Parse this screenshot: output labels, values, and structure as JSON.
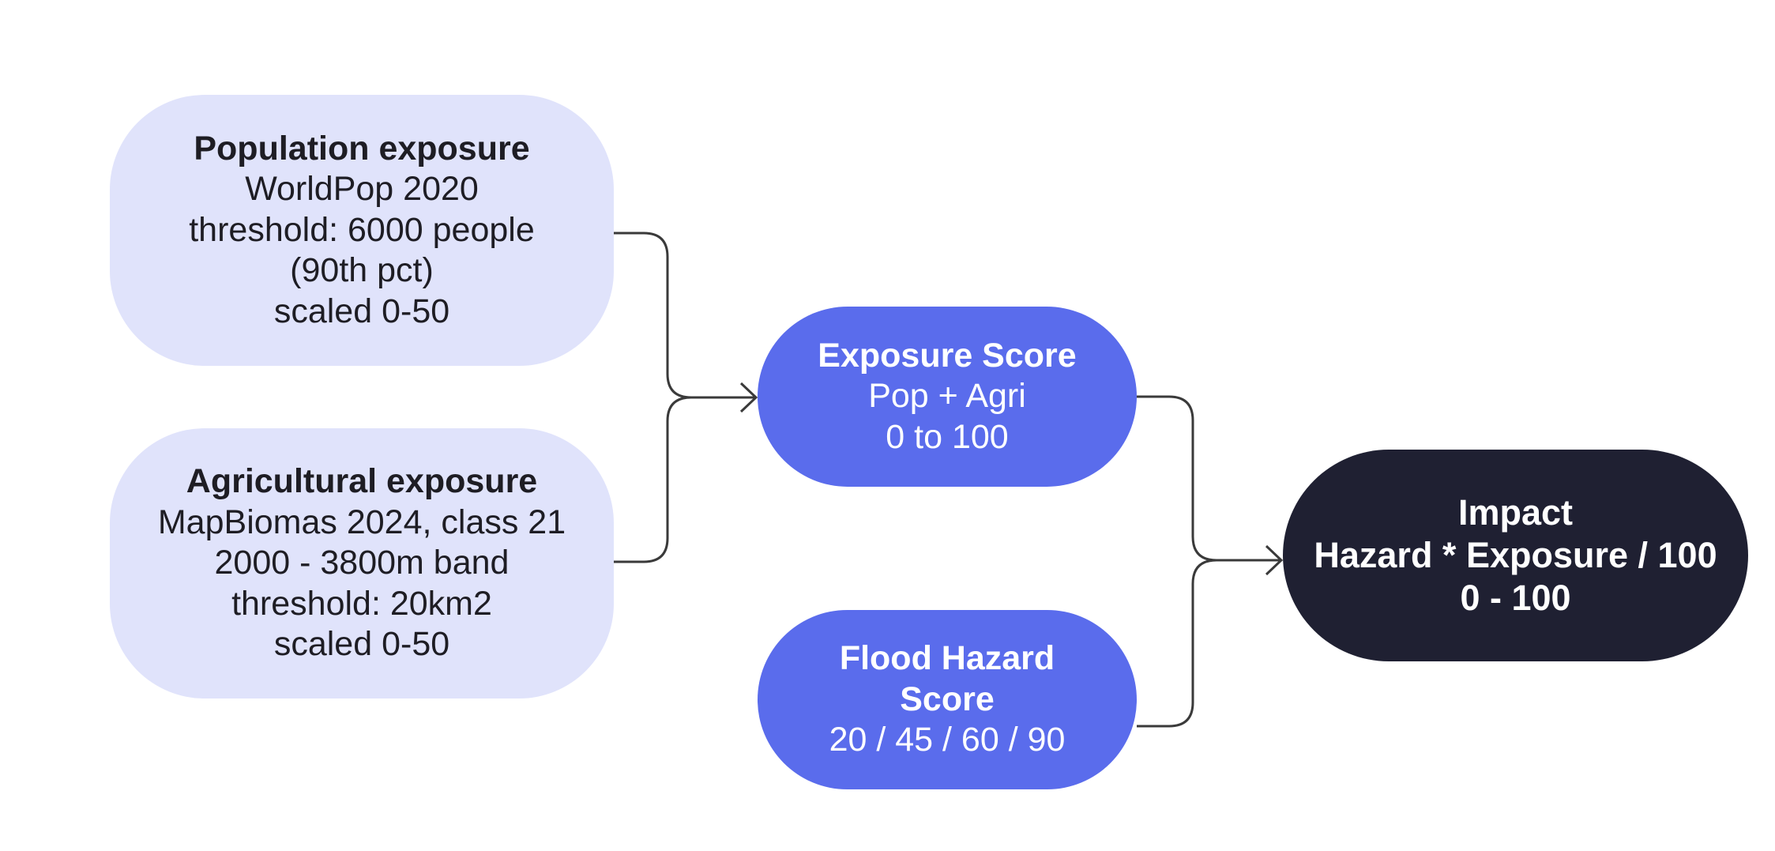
{
  "diagram": {
    "type": "flowchart",
    "colors": {
      "input_node": "#e0e3fb",
      "score_node": "#5a6cec",
      "output_node": "#1f2032",
      "connector": "#3a3a3a"
    },
    "nodes": {
      "population": {
        "title": "Population exposure",
        "lines": [
          "WorldPop 2020",
          "threshold: 6000 people",
          "(90th pct)",
          "scaled 0-50"
        ]
      },
      "agricultural": {
        "title": "Agricultural exposure",
        "lines": [
          "MapBiomas 2024, class 21",
          "2000 - 3800m band",
          "threshold: 20km2",
          "scaled 0-50"
        ]
      },
      "exposure": {
        "title": "Exposure Score",
        "lines": [
          "Pop + Agri",
          "0 to 100"
        ]
      },
      "flood": {
        "title_lines": [
          "Flood Hazard",
          "Score"
        ],
        "lines": [
          "20 / 45 / 60 / 90"
        ]
      },
      "impact": {
        "lines": [
          "Impact",
          "Hazard * Exposure / 100",
          "0 - 100"
        ]
      }
    },
    "edges": [
      {
        "from": "population",
        "to": "exposure"
      },
      {
        "from": "agricultural",
        "to": "exposure"
      },
      {
        "from": "exposure",
        "to": "impact"
      },
      {
        "from": "flood",
        "to": "impact"
      }
    ]
  }
}
